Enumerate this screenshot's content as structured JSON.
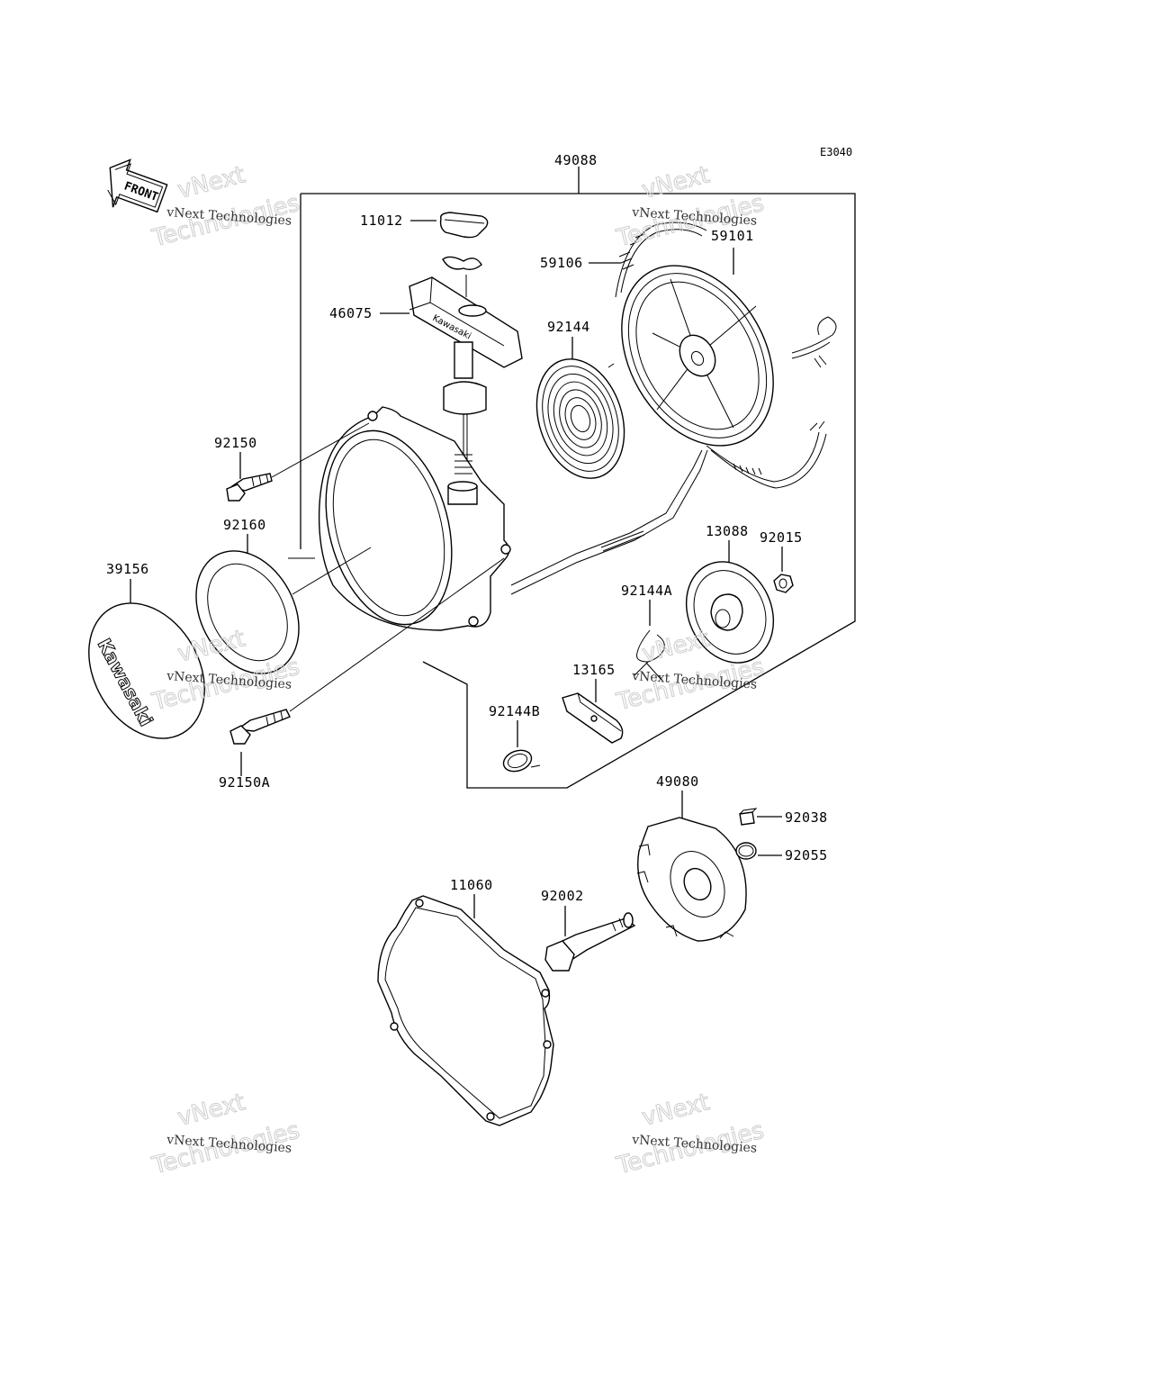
{
  "diagram_code": "E3040",
  "front_label": "FRONT",
  "parts": {
    "p49088": "49088",
    "p11012": "11012",
    "p59106": "59106",
    "p59101": "59101",
    "p46075": "46075",
    "p92144": "92144",
    "p92150": "92150",
    "p92160": "92160",
    "p39156": "39156",
    "p13088": "13088",
    "p92015": "92015",
    "p92144A": "92144A",
    "p13165": "13165",
    "p92144B": "92144B",
    "p92150A": "92150A",
    "p49080": "49080",
    "p92038": "92038",
    "p92055": "92055",
    "p11060": "11060",
    "p92002": "92002"
  },
  "handle_text": "Kawasaki",
  "cover_text": "Kawasaki",
  "watermark": {
    "line_top": "vNext",
    "line_small": "vNext Technologies",
    "line_big": "Technologies"
  }
}
